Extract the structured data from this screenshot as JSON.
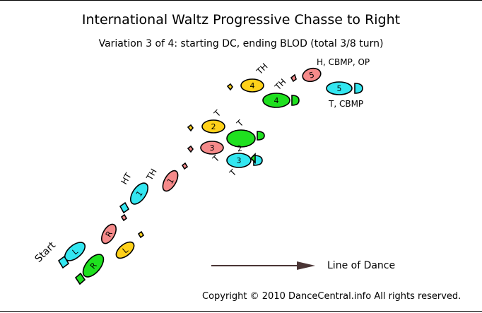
{
  "title": "International Waltz Progressive Chasse to Right",
  "subtitle": "Variation 3 of 4: starting DC, ending BLOD (total 3/8 turn)",
  "start_label": "Start",
  "line_of_dance": "Line of Dance",
  "copyright": "Copyright © 2010 DanceCentral.info All rights reserved.",
  "colors": {
    "left_start": "#33e6f0",
    "right_start": "#1fe01f",
    "follower_left": "#ffd11a",
    "follower_right": "#f58a8a",
    "border": "#000000"
  },
  "footprints": {
    "start_left": "L",
    "start_right": "R",
    "follower_right_start": "R",
    "follower_left_start": "L",
    "step1_lead": "1",
    "step1_follow": "1",
    "step2_follow": "2",
    "step2_lead": "2",
    "step3_follow": "3",
    "step3_lead": "3",
    "step4_follow": "4",
    "step4_lead": "4",
    "step5_follow": "5",
    "step5_lead": "5"
  },
  "footwork": {
    "step1_lead": "HT",
    "step1_follow": "TH",
    "step2_follow": "T",
    "step2_lead": "T",
    "step3_follow": "T",
    "step3_lead": "T",
    "step4_follow": "TH",
    "step4_lead": "TH",
    "step5_follow": "H, CBMP, OP",
    "step5_lead": "T, CBMP"
  }
}
